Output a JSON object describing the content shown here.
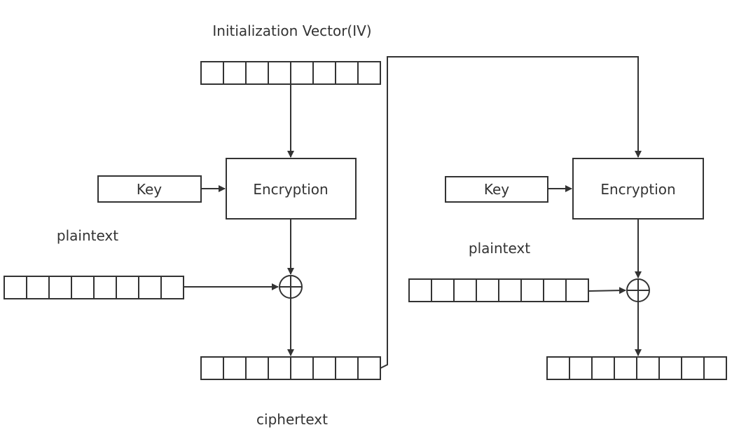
{
  "labels": {
    "iv": "Initialization Vector(IV)",
    "ciphertext": "ciphertext",
    "plaintext_left": "plaintext",
    "plaintext_right": "plaintext",
    "key_left": "Key",
    "key_right": "Key",
    "encryption_left": "Encryption",
    "encryption_right": "Encryption"
  },
  "colors": {
    "stroke": "#333333",
    "background": "#ffffff"
  },
  "register_cells": 8
}
